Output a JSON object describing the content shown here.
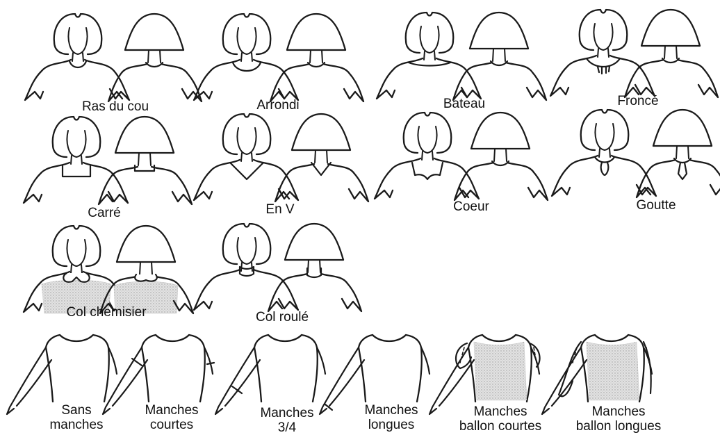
{
  "neckline_styles": [
    {
      "id": "ras-du-cou",
      "label": "Ras du cou",
      "collar": "round",
      "shaded": false
    },
    {
      "id": "arrondi",
      "label": "Arrondi",
      "collar": "round-wide",
      "shaded": false
    },
    {
      "id": "bateau",
      "label": "Bateau",
      "collar": "boat",
      "shaded": false
    },
    {
      "id": "fronce",
      "label": "Froncé",
      "collar": "gathered",
      "shaded": false
    },
    {
      "id": "carre",
      "label": "Carré",
      "collar": "square",
      "shaded": false
    },
    {
      "id": "en-v",
      "label": "En V",
      "collar": "v",
      "shaded": false
    },
    {
      "id": "coeur",
      "label": "Coeur",
      "collar": "heart",
      "shaded": false
    },
    {
      "id": "goutte",
      "label": "Goutte",
      "collar": "drop",
      "shaded": false
    },
    {
      "id": "col-chemisier",
      "label": "Col chemisier",
      "collar": "shirt",
      "shaded": true
    },
    {
      "id": "col-roule",
      "label": "Col roulé",
      "collar": "turtle",
      "shaded": false
    }
  ],
  "sleeve_styles": [
    {
      "id": "sans-manches",
      "label_lines": [
        "Sans",
        "manches"
      ],
      "sleeve": "none"
    },
    {
      "id": "manches-courtes",
      "label_lines": [
        "Manches",
        "courtes"
      ],
      "sleeve": "short"
    },
    {
      "id": "manches-3-4",
      "label_lines": [
        "Manches",
        "3/4"
      ],
      "sleeve": "three-quarter"
    },
    {
      "id": "manches-longues",
      "label_lines": [
        "Manches",
        "longues"
      ],
      "sleeve": "long"
    },
    {
      "id": "manches-ballon-courtes",
      "label_lines": [
        "Manches",
        "ballon courtes"
      ],
      "sleeve": "puff-short"
    },
    {
      "id": "manches-ballon-longues",
      "label_lines": [
        "Manches",
        "ballon longues"
      ],
      "sleeve": "puff-long"
    }
  ],
  "colors": {
    "ink": "#1a1a1a",
    "shade": "#c9c9c9"
  }
}
